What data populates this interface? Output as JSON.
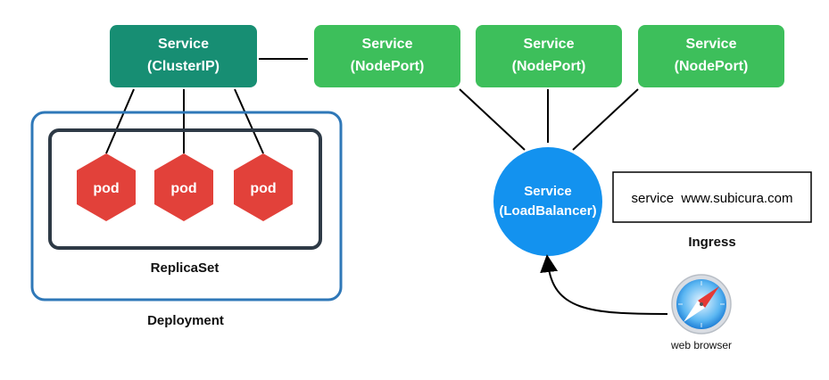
{
  "colors": {
    "clusterip": "#178e73",
    "nodeport": "#3dbf5b",
    "loadbalancer": "#1392ef",
    "pod": "#e2413a",
    "deployment_border": "#2f78b8",
    "replicaset_border": "#2e3a46"
  },
  "services": {
    "clusterip": {
      "line1": "Service",
      "line2": "(ClusterIP)"
    },
    "nodeports": [
      {
        "line1": "Service",
        "line2": "(NodePort)"
      },
      {
        "line1": "Service",
        "line2": "(NodePort)"
      },
      {
        "line1": "Service",
        "line2": "(NodePort)"
      }
    ],
    "loadbalancer": {
      "line1": "Service",
      "line2": "(LoadBalancer)"
    }
  },
  "pods": [
    {
      "label": "pod"
    },
    {
      "label": "pod"
    },
    {
      "label": "pod"
    }
  ],
  "replicaset": {
    "label": "ReplicaSet"
  },
  "deployment": {
    "label": "Deployment"
  },
  "ingress": {
    "rule": "service  www.subicura.com",
    "label": "Ingress"
  },
  "browser": {
    "label": "web browser",
    "icon": "compass-browser-icon"
  }
}
